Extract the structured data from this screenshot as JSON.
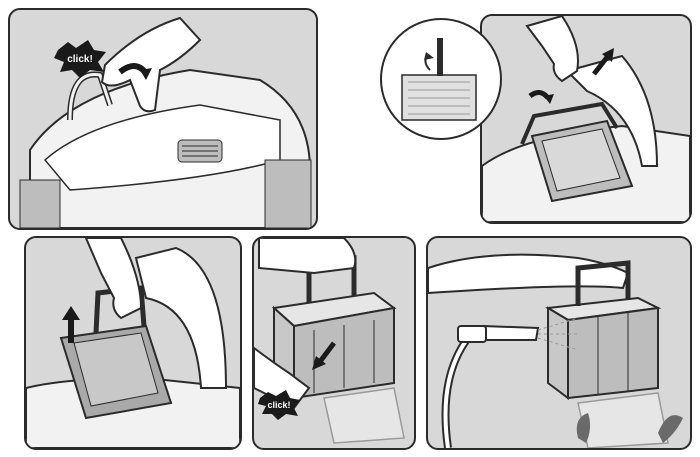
{
  "steps": [
    {
      "id": 1,
      "action": "press-lid-latch",
      "badge": "click!"
    },
    {
      "id": 2,
      "action": "open-lid-and-unlatch-handle"
    },
    {
      "id": 3,
      "action": "lift-filter-basket-out"
    },
    {
      "id": 4,
      "action": "release-filter-panel",
      "badge": "click!"
    },
    {
      "id": 5,
      "action": "rinse-filter-with-hose"
    }
  ],
  "colors": {
    "panel_bg": "#d8d8d8",
    "line": "#2b2b2b",
    "body_light": "#f2f2f2",
    "body_mid": "#bdbdbd",
    "badge_bg": "#1a1a1a",
    "badge_text": "#ffffff"
  },
  "icons": [
    "hand-icon",
    "curved-arrow-icon",
    "up-arrow-icon",
    "down-arrow-icon",
    "click-burst-icon",
    "hose-nozzle-icon",
    "water-spray-icon"
  ]
}
